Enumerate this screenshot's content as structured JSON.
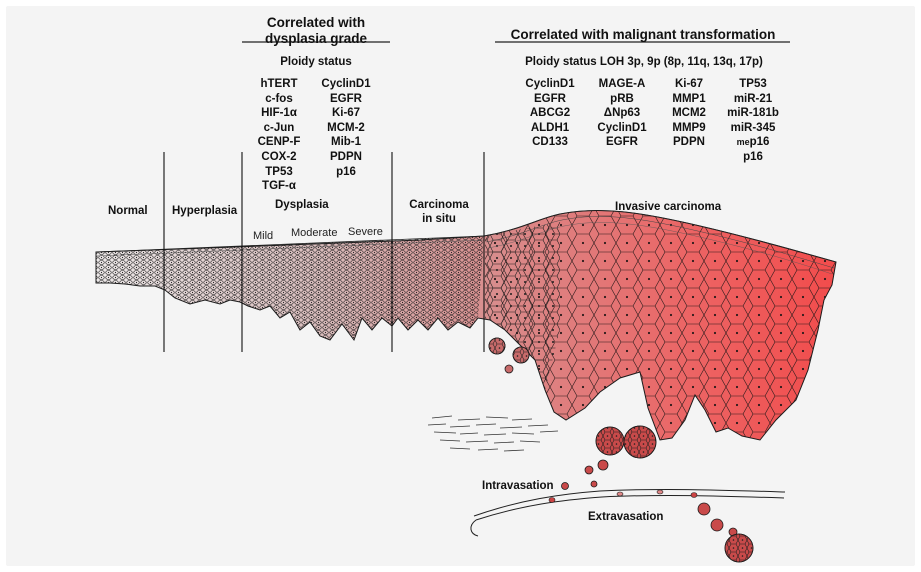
{
  "headers": {
    "dysplasia_title_line1": "Correlated with",
    "dysplasia_title_line2": "dysplasia grade",
    "malignant_title": "Correlated with malignant transformation"
  },
  "ploidy": {
    "dysplasia": "Ploidy status",
    "malignant": "Ploidy status LOH 3p, 9p (8p, 11q, 13q, 17p)"
  },
  "dysplasia_markers": {
    "col1": [
      "hTERT",
      "c-fos",
      "HIF-1α",
      "c-Jun",
      "CENP-F",
      "COX-2",
      "TP53",
      "TGF-α"
    ],
    "col2": [
      "CyclinD1",
      "EGFR",
      "Ki-67",
      "MCM-2",
      "Mib-1",
      "PDPN",
      "p16"
    ]
  },
  "malignant_markers": {
    "col1": [
      "CyclinD1",
      "EGFR",
      "ABCG2",
      "ALDH1",
      "CD133"
    ],
    "col2": [
      "MAGE-A",
      "pRB",
      "ΔNp63",
      "CyclinD1",
      "EGFR"
    ],
    "col3": [
      "Ki-67",
      "MMP1",
      "MCM2",
      "MMP9",
      "PDPN"
    ],
    "col4_before": [
      "TP53",
      "miR-21",
      "miR-181b",
      "miR-345"
    ],
    "col4_small_prefix": "me",
    "col4_small_suffix": "p16",
    "col4_after": [
      "p16"
    ]
  },
  "stages": {
    "normal": "Normal",
    "hyperplasia": "Hyperplasia",
    "dysplasia": "Dysplasia",
    "mild": "Mild",
    "moderate": "Moderate",
    "severe": "Severe",
    "cis_line1": "Carcinoma",
    "cis_line2": "in situ",
    "invasive": "Invasive carcinoma"
  },
  "events": {
    "intravasation": "Intravasation",
    "extravasation": "Extravasation"
  },
  "colors": {
    "normal_tissue": "#e8e2e2",
    "invasive_tissue": "#f04e4e",
    "cell_outline": "#1b1b1b"
  }
}
